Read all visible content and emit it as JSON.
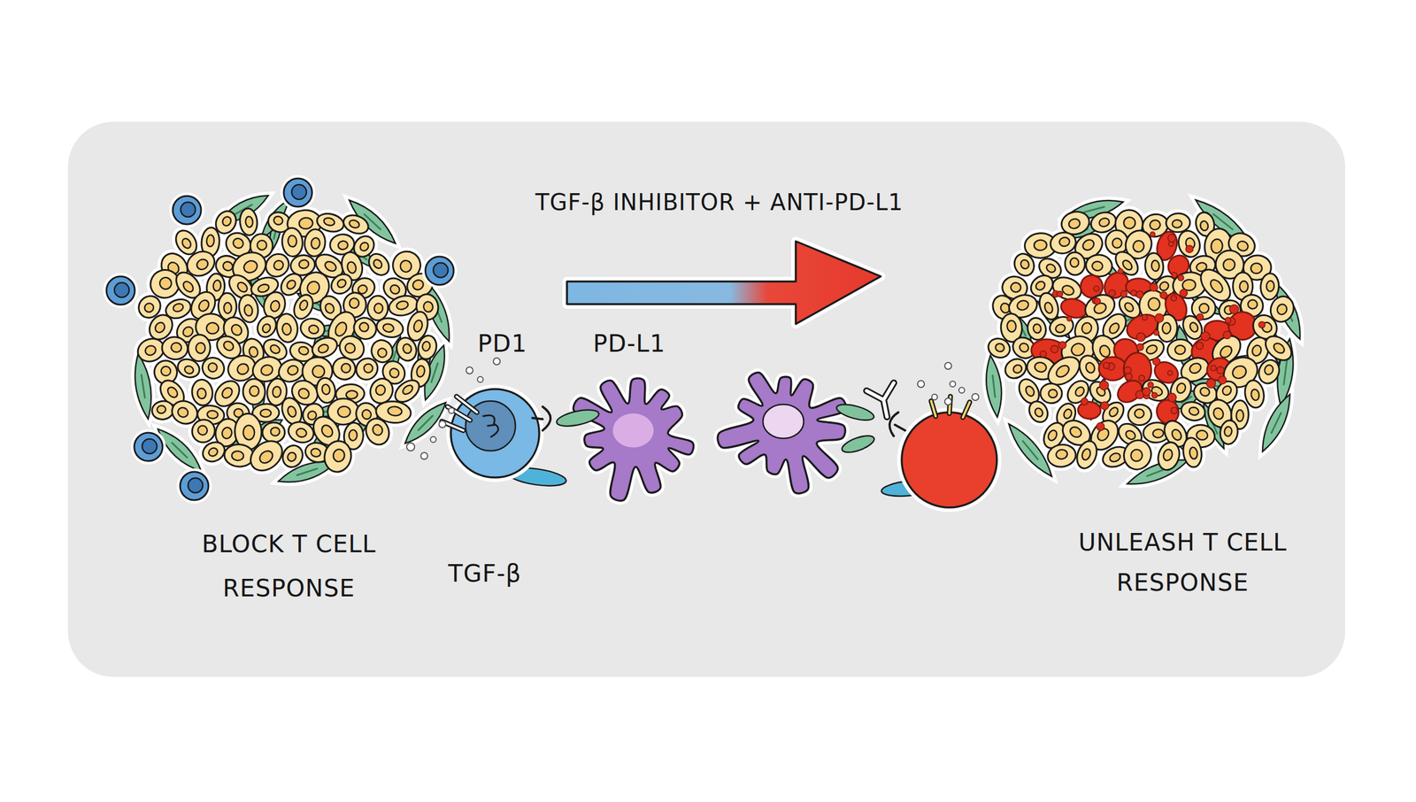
{
  "diagram": {
    "nodes": [
      {
        "text": [
          "BLOCK T CELL RESPONSE"
        ]
      },
      {
        "text": [
          "PD1"
        ]
      },
      {
        "text": [
          "PD-L1"
        ]
      },
      {
        "text": [
          "UNLEASH T CELL RESPONSE"
        ]
      }
    ],
    "labels": [
      "TGF-β INHIBITOR + ANTI-PD-L1",
      "TGF-β"
    ]
  }
}
